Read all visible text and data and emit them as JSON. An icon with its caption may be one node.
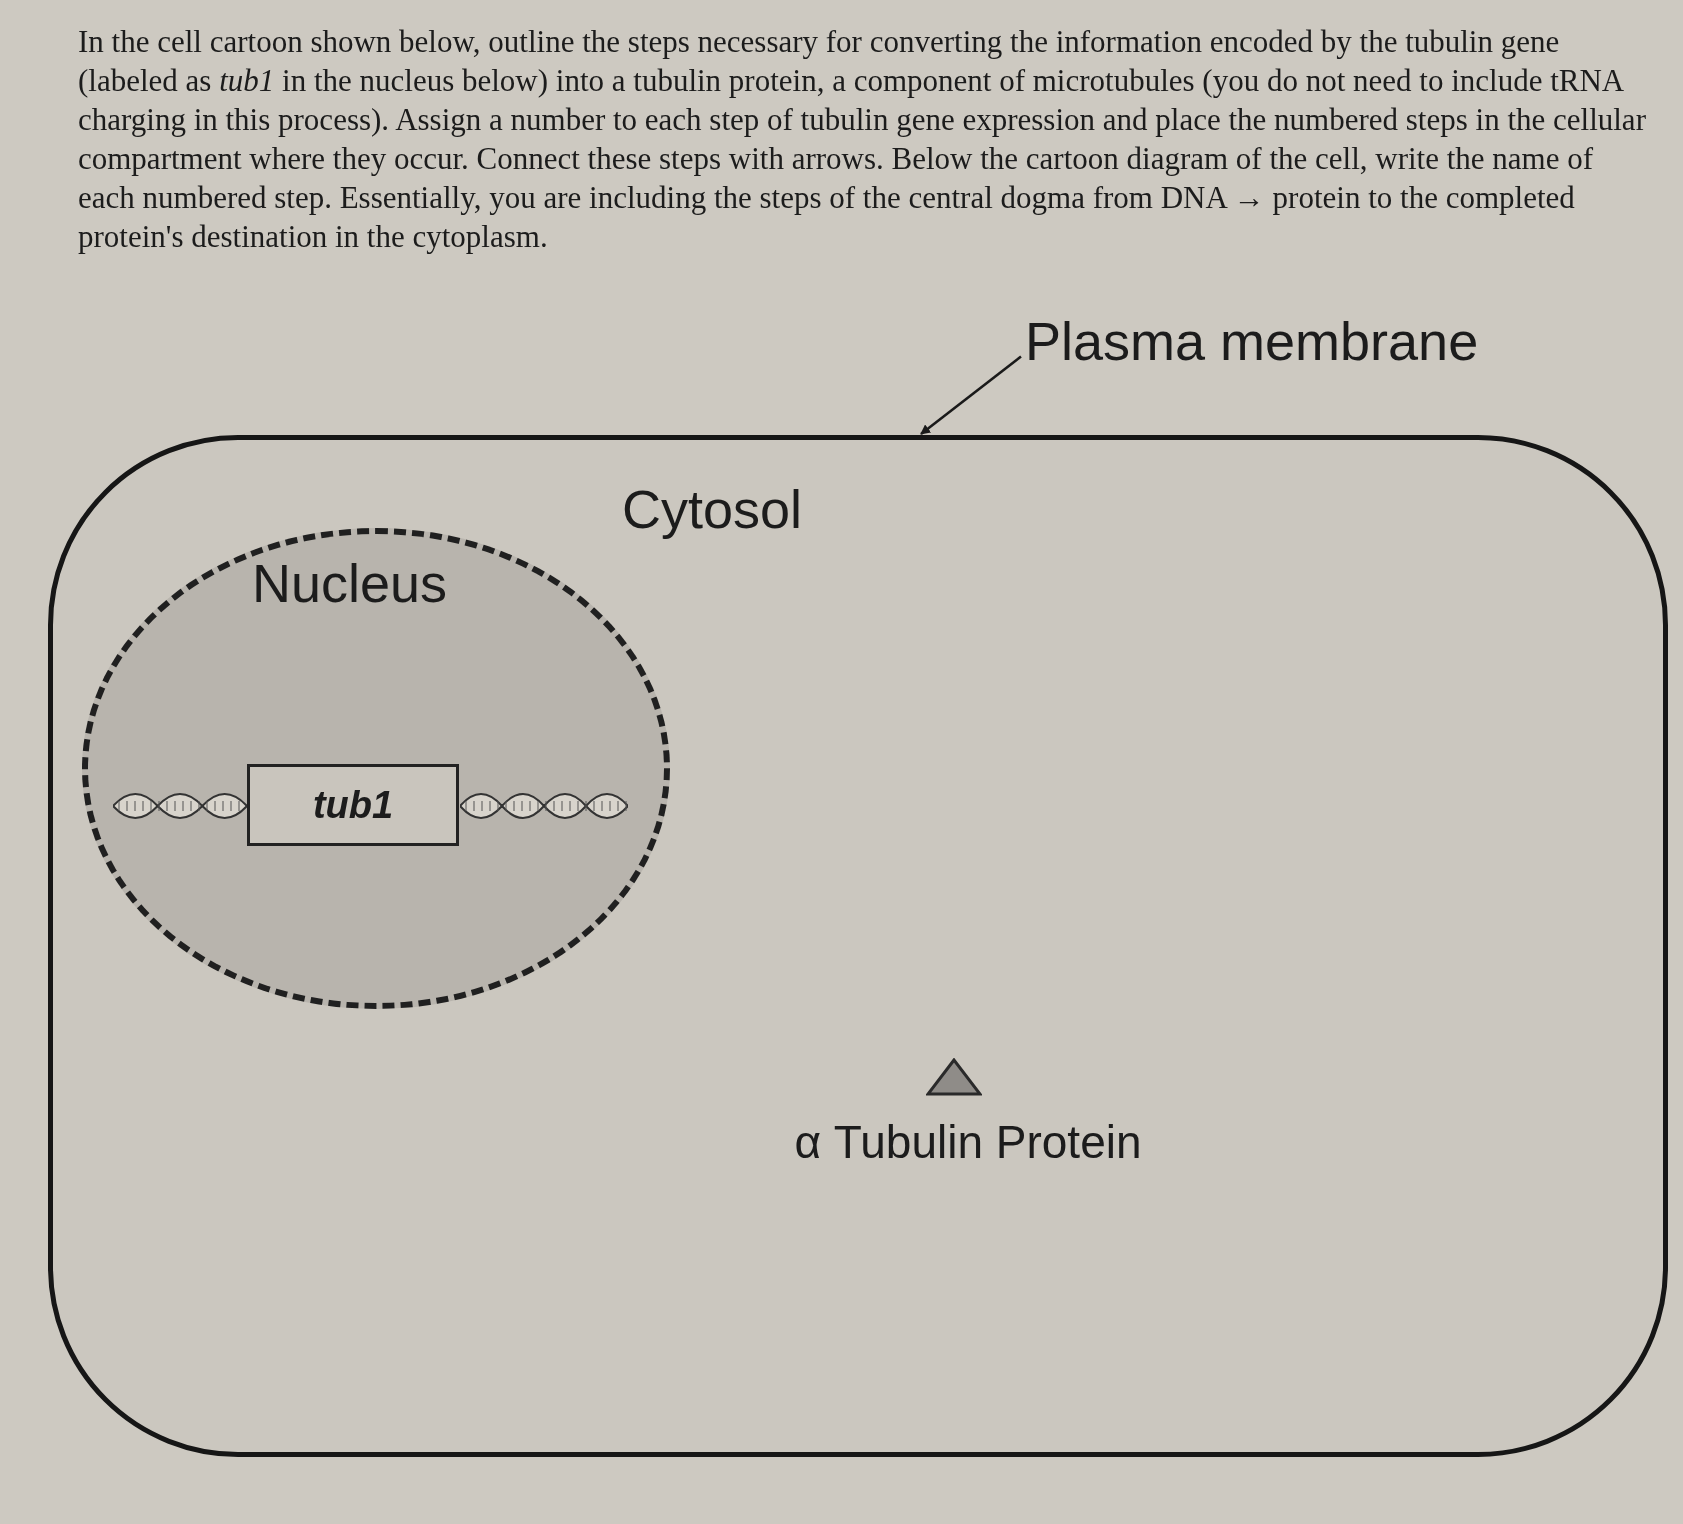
{
  "diagram": {
    "nodes": [
      {
        "text": [
          "Cytosol"
        ]
      },
      {
        "text": [
          "Nucleus"
        ],
        "in": 0
      },
      {
        "text": [
          "tub1"
        ],
        "in": 1
      },
      {
        "text": [],
        "shape": "triangle",
        "in": 0,
        "beside": [
          "α Tubulin Protein"
        ]
      },
      {
        "text": [
          "Plasma membrane"
        ]
      }
    ],
    "edges": [
      {
        "from": 4,
        "to": 0,
        "arrow": "to"
      }
    ],
    "labels": [
      "In the cell cartoon shown below, outline the steps necessary for converting the information encoded by the tubulin gene (labeled as *tub1* in the nucleus below) into a tubulin protein, a component of microtubules (you do not need to include tRNA charging in this process). Assign a number to each step of tubulin gene expression and place the numbered steps in the cellular compartment where they occur. Connect these steps with arrows. Below the cartoon diagram of the cell, write the name of each numbered step. Essentially, you are including the steps of the central dogma from DNA → protein to the completed protein's destination in the cytoplasm."
    ]
  }
}
